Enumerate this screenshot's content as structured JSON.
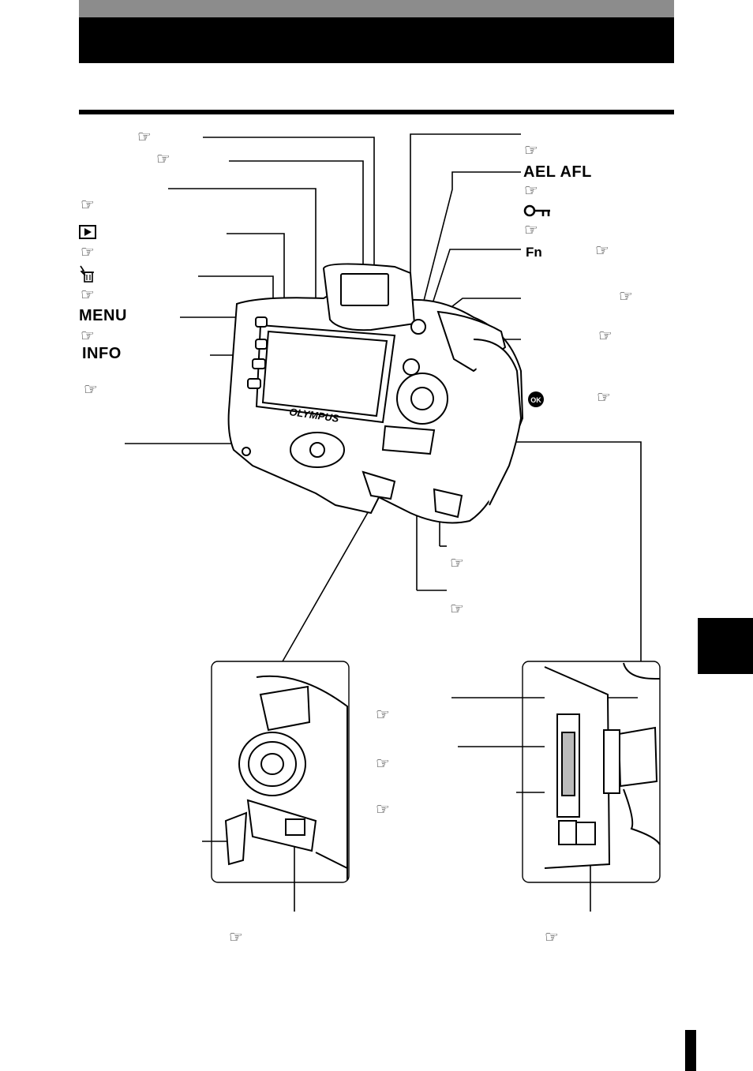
{
  "header": {
    "title": ""
  },
  "ref_icon_glyph": "☞",
  "labels": {
    "ael_afl": "AEL AFL",
    "fn": "Fn",
    "menu": "MENU",
    "info": "INFO",
    "ok": "OK",
    "brand": "OLYMPUS"
  },
  "icons": {
    "playback": "playback-icon",
    "erase": "erase-icon",
    "protect": "key-icon",
    "reference": "pointing-hand-icon"
  },
  "colors": {
    "ink": "#000000",
    "band": "#8c8c8c",
    "paper": "#ffffff"
  }
}
